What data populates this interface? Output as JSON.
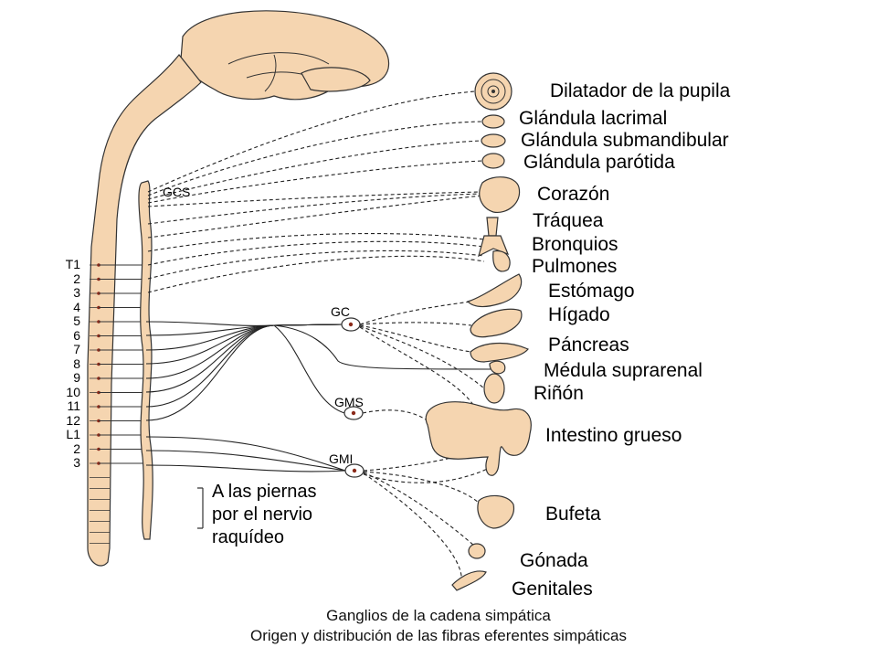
{
  "colors": {
    "tissue": "#f5d5b0",
    "outline": "#333333",
    "ganglion_dot": "#8b2a1a"
  },
  "segments": [
    "T1",
    "2",
    "3",
    "4",
    "5",
    "6",
    "7",
    "8",
    "9",
    "10",
    "11",
    "12",
    "L1",
    "2",
    "3"
  ],
  "ganglia": {
    "gcs": "GCS",
    "gc": "GC",
    "gms": "GMS",
    "gmi": "GMI"
  },
  "legs_text": [
    "A las piernas",
    "por el nervio",
    "raquídeo"
  ],
  "organs": [
    "Dilatador de la pupila",
    "Glándula lacrimal",
    "Glándula submandibular",
    "Glándula parótida",
    "Corazón",
    "Tráquea",
    "Bronquios",
    "Pulmones",
    "Estómago",
    "Hígado",
    "Páncreas",
    "Médula suprarenal",
    "Riñón",
    "Intestino grueso",
    "Bufeta",
    "Gónada",
    "Genitales"
  ],
  "caption": {
    "line1": "Ganglios de la cadena simpática",
    "line2": "Origen y distribución de las fibras eferentes simpáticas"
  }
}
